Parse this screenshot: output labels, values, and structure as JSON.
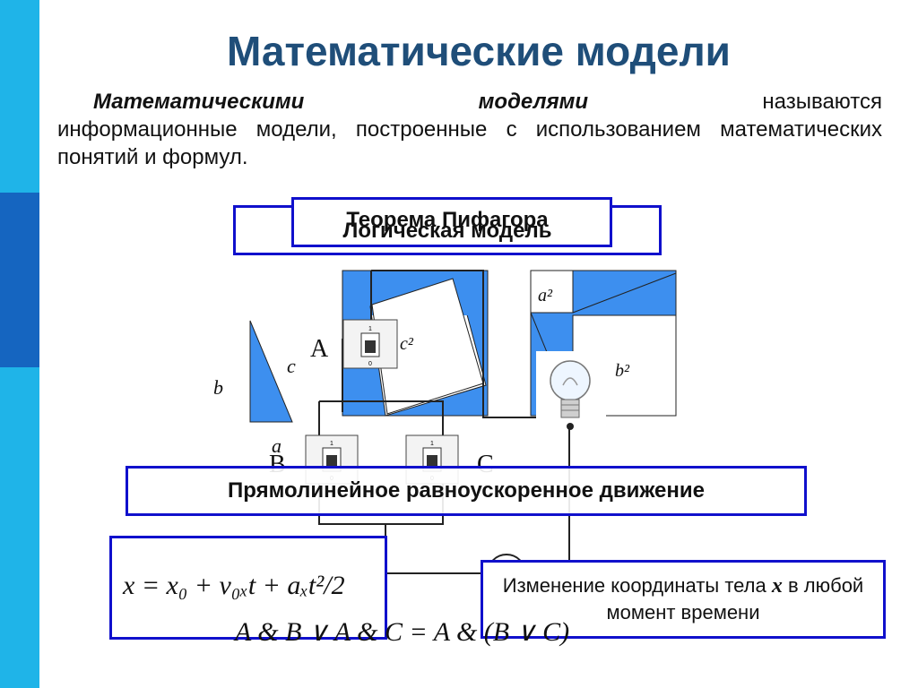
{
  "slide": {
    "title": "Математические модели",
    "definition": {
      "term1": "Математическими",
      "term2": "моделями",
      "word3": "называются",
      "rest": "информационные модели, построенные с использованием математических понятий и формул."
    }
  },
  "labels": {
    "logical_model": "Логическая модель",
    "pythagoras": "Теорема Пифагора",
    "uniform_motion": "Прямолинейное равноускоренное движение",
    "coordinate_change": {
      "before_var": "Изменение координаты тела ",
      "var": "x",
      "after_var": " в любой момент времени"
    }
  },
  "diagram": {
    "triangle_labels": {
      "b": "b",
      "c": "c",
      "a": "a"
    },
    "square_labels": {
      "c2": "c²",
      "a2": "a²",
      "b2": "b²"
    },
    "switch_labels": {
      "a": "A",
      "b": "B",
      "c": "C"
    },
    "switch_marks": {
      "on": "1",
      "off": "0"
    }
  },
  "formulas": {
    "motion": "x = x₀ + v₀ₓt + aₓt²/2",
    "logic": "A & B ∨ A & C = A & (B ∨ C)"
  },
  "colors": {
    "accent_blue": "#1010cc",
    "fill_blue": "#3d8fef",
    "title": "#1f4e79"
  }
}
